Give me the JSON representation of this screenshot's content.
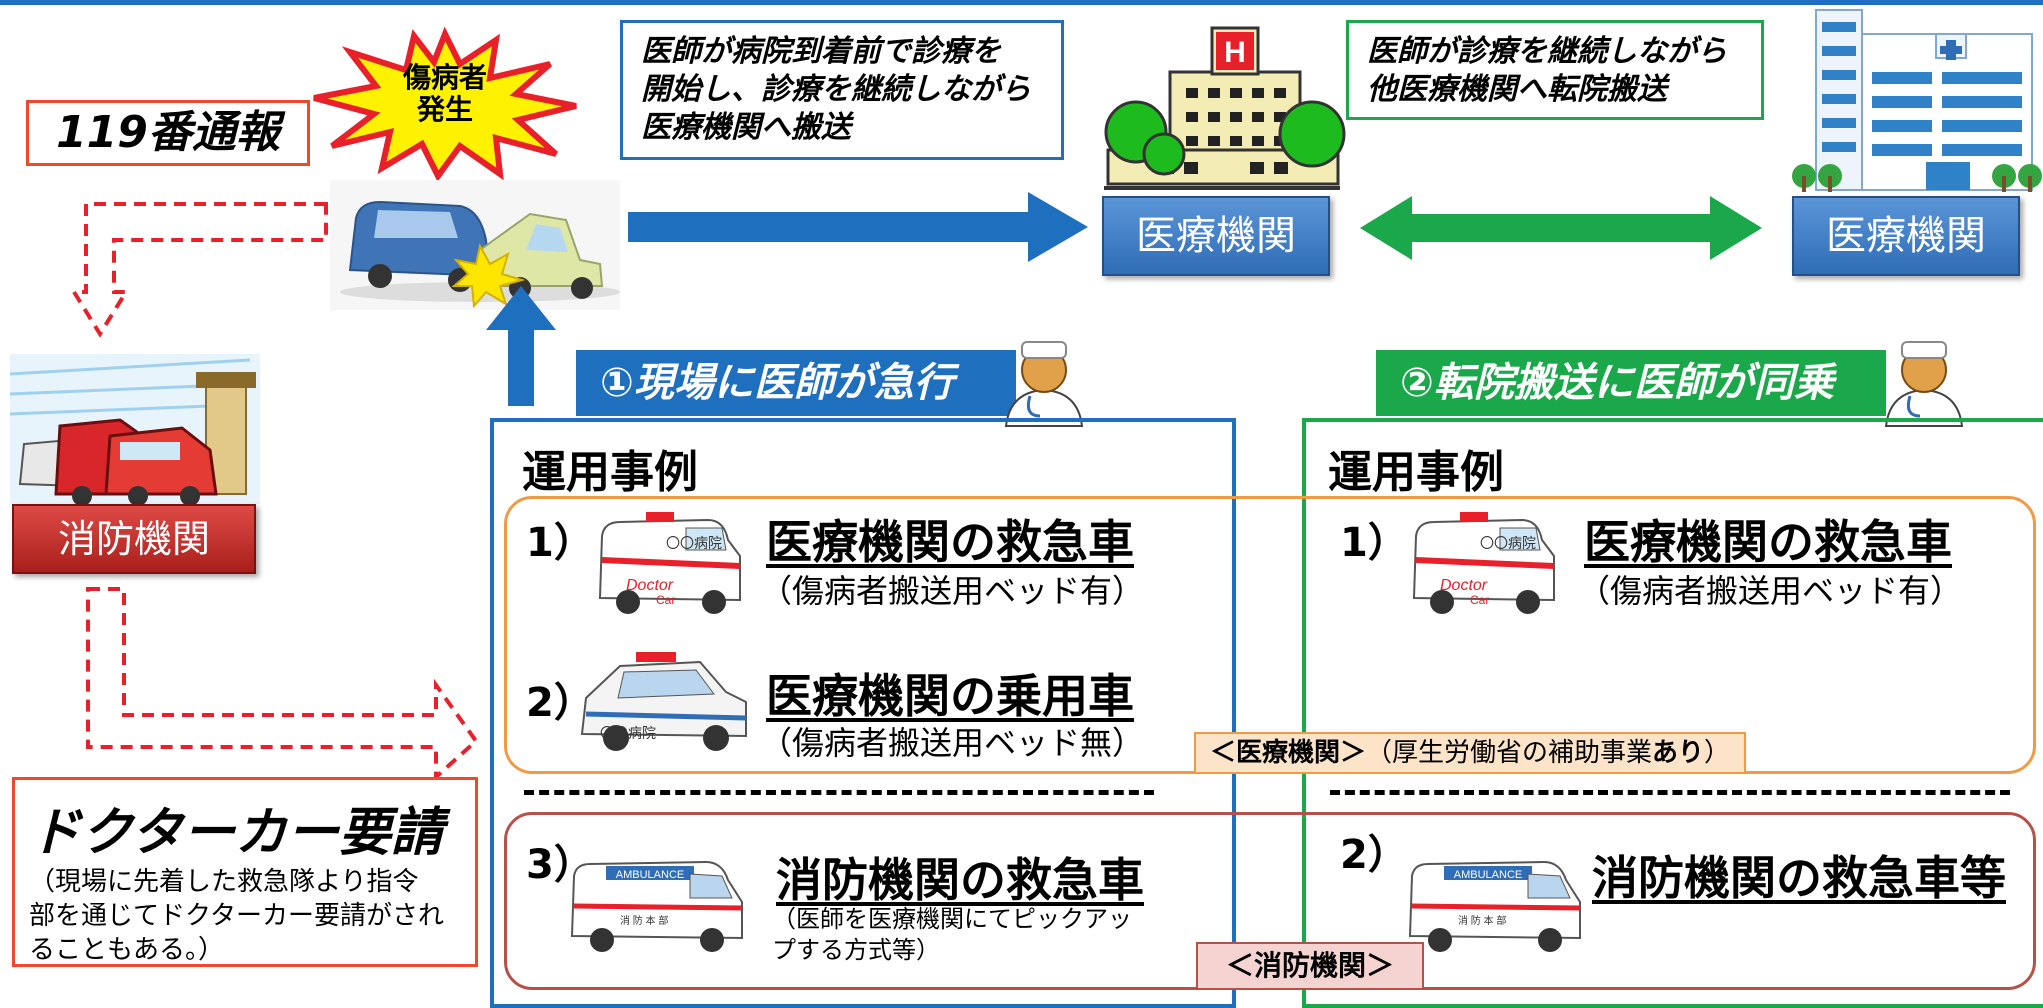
{
  "report_119": "119番通報",
  "casualty_burst": [
    "傷病者",
    "発生"
  ],
  "callout_blue": [
    "医師が病院到着前で診療を",
    "開始し、診療を継続しながら",
    "医療機関へ搬送"
  ],
  "callout_green": [
    "医師が診療を継続しながら",
    "他医療機関へ転院搬送"
  ],
  "hospital_label_1": "医療機関",
  "hospital_label_2": "医療機関",
  "fire_station_label": "消防機関",
  "doctor_car_request": {
    "title": "ドクターカー要請",
    "note": [
      "（現場に先着した救急隊より指令",
      "部を通じてドクターカー要請がされ",
      "ることもある。）"
    ]
  },
  "tab_1": "①現場に医師が急行",
  "tab_2": "②転院搬送に医師が同乗",
  "left_panel": {
    "heading": "運用事例",
    "items": [
      {
        "num": "1）",
        "title": "医療機関の救急車",
        "sub": "（傷病者搬送用ベッド有）"
      },
      {
        "num": "2）",
        "title": "医療機関の乗用車",
        "sub": "（傷病者搬送用ベッド無）"
      },
      {
        "num": "3）",
        "title": "消防機関の救急車",
        "sub": [
          "（医師を医療機関にてピックアッ",
          "プする方式等）"
        ]
      }
    ]
  },
  "right_panel": {
    "heading": "運用事例",
    "items": [
      {
        "num": "1）",
        "title": "医療機関の救急車",
        "sub": "（傷病者搬送用ベッド有）"
      },
      {
        "num": "2）",
        "title": "消防機関の救急車等"
      }
    ]
  },
  "tag_medical": {
    "bracket": "＜医療機関＞",
    "text": "（厚生労働省の補助事業",
    "emph": "あり",
    "close": "）"
  },
  "tag_fire": "＜消防機関＞",
  "vehicle_text": {
    "hospital_car": "〇〇病院",
    "doctor": "Doctor",
    "car": "Car",
    "ambulance": "AMBULANCE",
    "fire_dept": "消 防 本 部"
  },
  "colors": {
    "blue": "#1f6fbf",
    "green": "#1aa84a",
    "orange": "#f09a45",
    "red": "#ec4a2b",
    "dark_red": "#b8504a"
  }
}
